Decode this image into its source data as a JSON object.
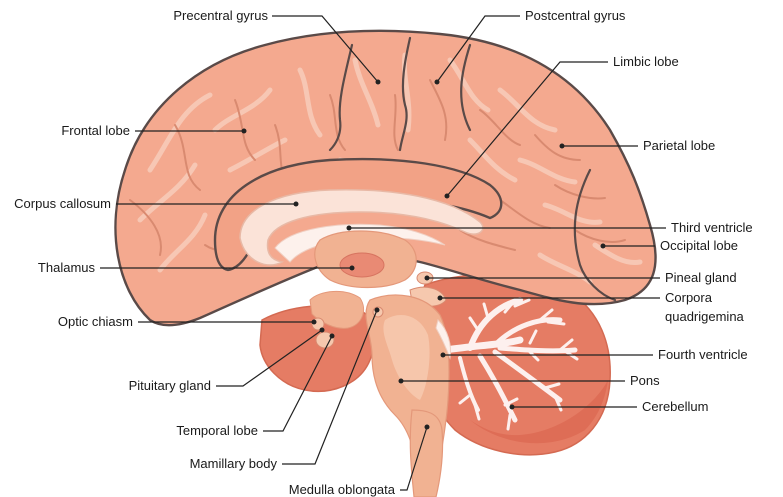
{
  "labels": {
    "precentral_gyrus": "Precentral gyrus",
    "postcentral_gyrus": "Postcentral gyrus",
    "limbic_lobe": "Limbic lobe",
    "frontal_lobe": "Frontal lobe",
    "parietal_lobe": "Parietal lobe",
    "corpus_callosum": "Corpus callosum",
    "third_ventricle": "Third ventricle",
    "occipital_lobe": "Occipital lobe",
    "thalamus": "Thalamus",
    "pineal_gland": "Pineal gland",
    "corpora_quadrigemina_1": "Corpora",
    "corpora_quadrigemina_2": "quadrigemina",
    "optic_chiasm": "Optic chiasm",
    "fourth_ventricle": "Fourth ventricle",
    "pons": "Pons",
    "pituitary_gland": "Pituitary gland",
    "cerebellum": "Cerebellum",
    "temporal_lobe": "Temporal lobe",
    "mamillary_body": "Mamillary body",
    "medulla_oblongata": "Medulla oblongata"
  },
  "colors": {
    "cortex": "#f4a98f",
    "cortex_light": "#f7c7b4",
    "sulcus": "#d98a70",
    "outline": "#5a4a48",
    "callosum": "#fbe3d8",
    "ventricle": "#fdf1ec",
    "brainstem": "#f1b292",
    "brainstem_light": "#f6c8ae",
    "cerebellum": "#e57c64",
    "cerebellum_dark": "#d9614a",
    "arbor": "#fdf0ee",
    "label_text": "#1a1a1a",
    "leader_line": "#222222"
  }
}
